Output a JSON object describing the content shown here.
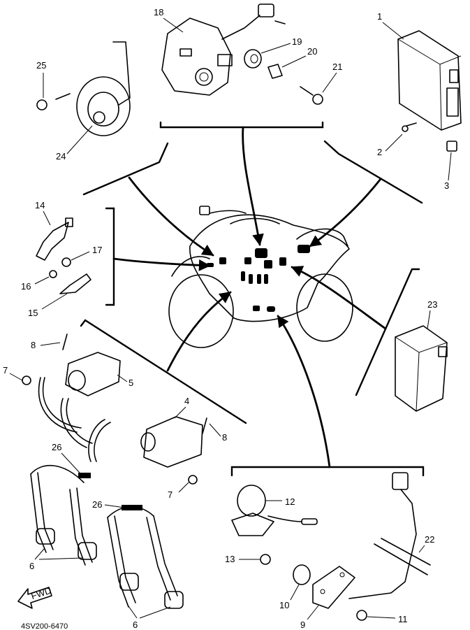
{
  "diagram": {
    "callouts": [
      "1",
      "2",
      "3",
      "4",
      "5",
      "6",
      "6",
      "7",
      "7",
      "8",
      "8",
      "9",
      "10",
      "11",
      "12",
      "13",
      "14",
      "15",
      "16",
      "17",
      "18",
      "19",
      "20",
      "21",
      "22",
      "23",
      "24",
      "25",
      "26",
      "26"
    ],
    "fwd_label": "FWD",
    "caption": "4SV200-6470"
  }
}
